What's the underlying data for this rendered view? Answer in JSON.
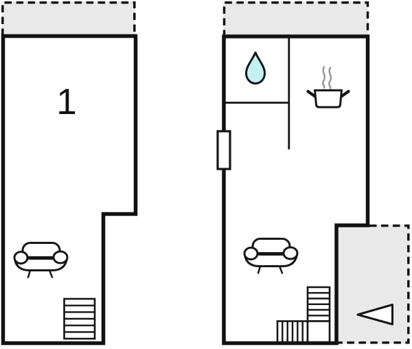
{
  "floorplan": {
    "background_color": "#ffffff",
    "wall_color": "#121212",
    "area_fill": "#e9e9e9",
    "icon_colors": {
      "water_drop_fill": "#c3f2f0",
      "steam_stroke": "#999999"
    },
    "units": {
      "left": {
        "label": "1",
        "icons": [
          "sofa-icon",
          "staircase-icon"
        ],
        "areas": [
          "balcony-terrace-top"
        ]
      },
      "right": {
        "label": "",
        "icons": [
          "water-drop-icon",
          "cooking-pot-icon",
          "door-marker",
          "sofa-icon",
          "l-staircase-icon",
          "entrance-arrow-icon"
        ],
        "areas": [
          "balcony-terrace-top",
          "terrace-bottom-right"
        ]
      }
    }
  }
}
